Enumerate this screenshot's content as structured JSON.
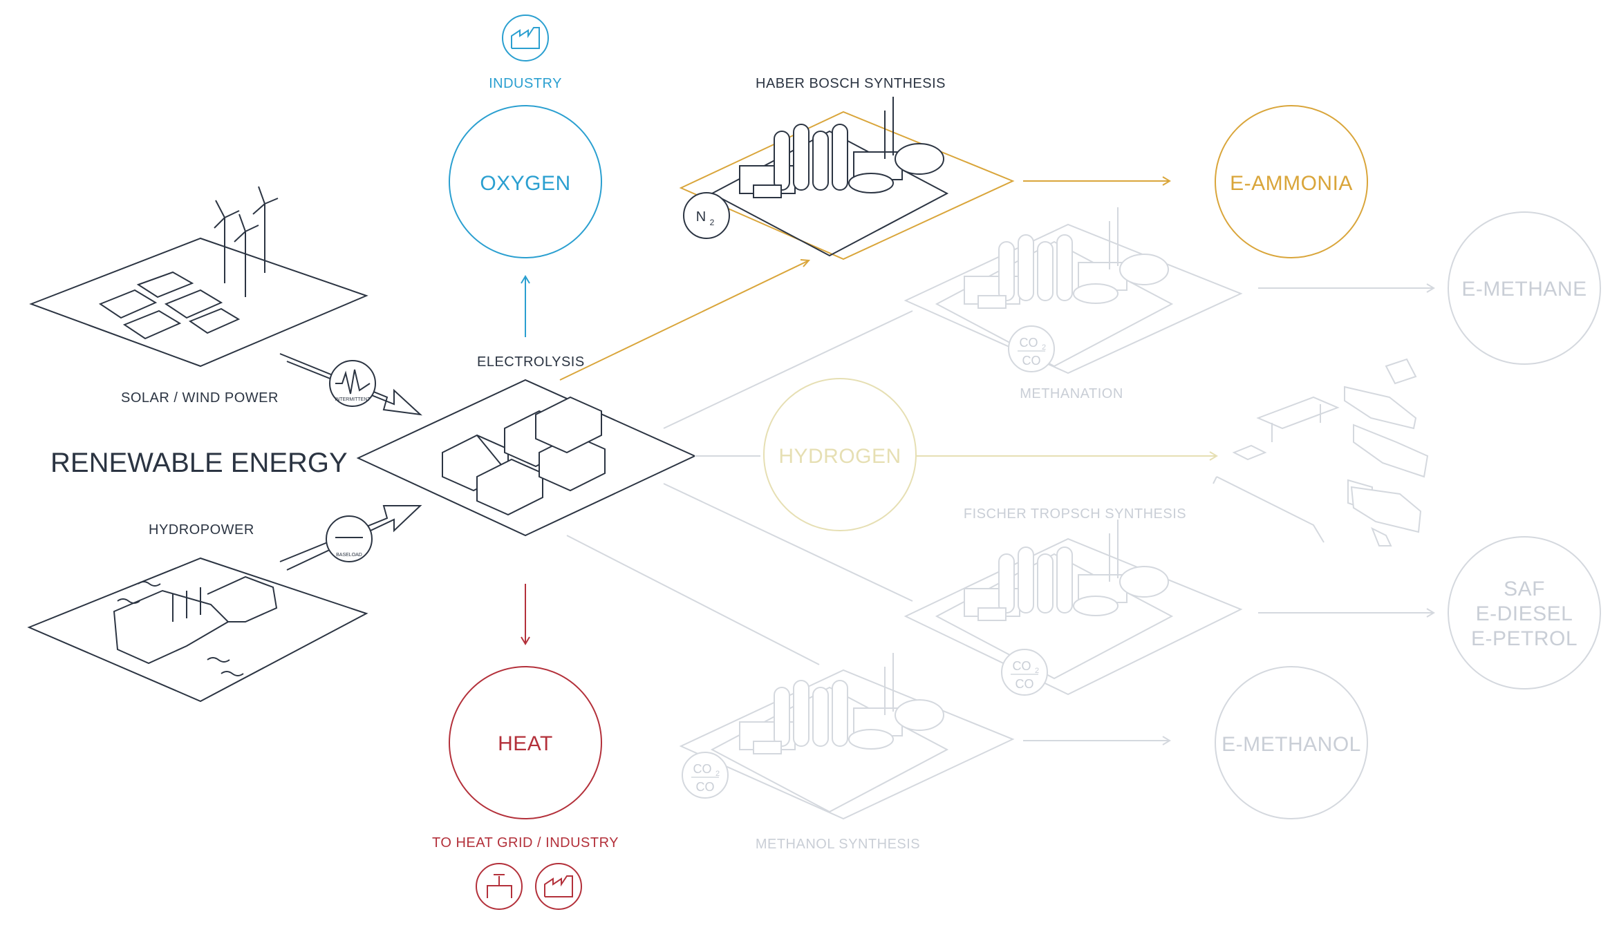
{
  "title": "RENEWABLE ENERGY",
  "sources": {
    "solar_wind": "SOLAR / WIND POWER",
    "hydro": "HYDROPOWER",
    "badge_intermittent": "INTERMITTENT",
    "badge_baseload": "BASELOAD"
  },
  "center": {
    "electrolysis": "ELECTROLYSIS",
    "hydrogen": "HYDROGEN"
  },
  "oxygen": {
    "label": "OXYGEN",
    "use": "INDUSTRY"
  },
  "heat": {
    "label": "HEAT",
    "use": "TO HEAT GRID / INDUSTRY"
  },
  "processes": {
    "haber": "HABER BOSCH SYNTHESIS",
    "methanation": "METHANATION",
    "fischer": "FISCHER TROPSCH SYNTHESIS",
    "methanol": "METHANOL SYNTHESIS"
  },
  "inputs": {
    "n2_main": "N",
    "n2_sub": "2",
    "co2_main": "CO",
    "co2_sub": "2",
    "co": "CO"
  },
  "products": {
    "ammonia": "E-AMMONIA",
    "methane": "E-METHANE",
    "saf": "SAF",
    "ediesel": "E-DIESEL",
    "epetrol": "E-PETROL",
    "methanol": "E-METHANOL"
  },
  "colors": {
    "dark": "#2b3442",
    "oxygen": "#2a9fd0",
    "heat": "#b3303a",
    "ammonia": "#d9a53a",
    "hydrogen": "#e6dfb3",
    "faded": "#d4d8de",
    "faded_text": "#c9ced6"
  }
}
